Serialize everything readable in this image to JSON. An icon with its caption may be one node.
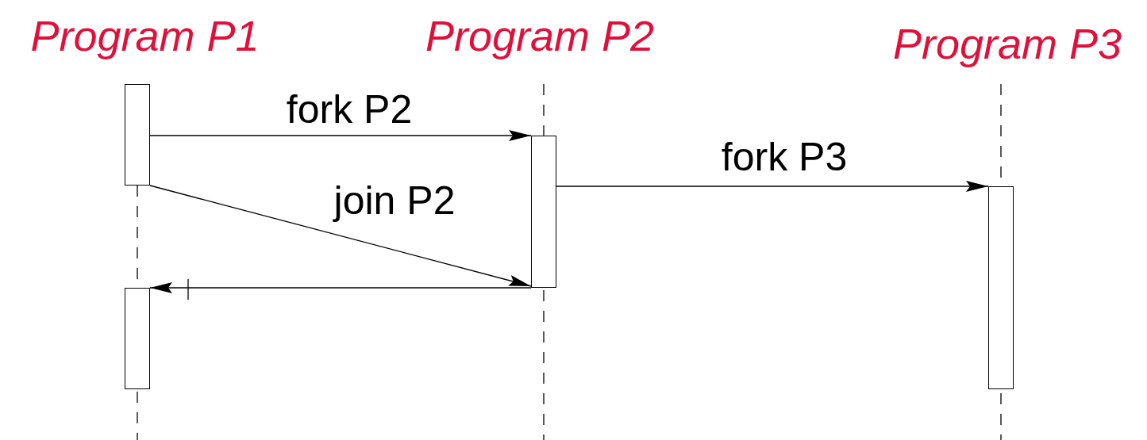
{
  "diagram": {
    "nodes": [
      {
        "text": [
          "Program P1"
        ]
      },
      {
        "text": [
          "Program P2"
        ]
      },
      {
        "text": [
          "Program P3"
        ]
      },
      {
        "text": [],
        "shape": "bar"
      },
      {
        "text": [],
        "shape": "bar"
      },
      {
        "text": [],
        "shape": "bar"
      },
      {
        "text": [],
        "shape": "bar"
      }
    ],
    "edges": [
      {
        "from": 3,
        "to": 5,
        "arrow": "to",
        "label": "fork P2"
      },
      {
        "from": 3,
        "to": 5,
        "arrow": "to",
        "label": "join P2"
      },
      {
        "from": 5,
        "to": 4,
        "arrow": "to"
      },
      {
        "from": 5,
        "to": 6,
        "arrow": "to",
        "label": "fork P3"
      }
    ]
  }
}
